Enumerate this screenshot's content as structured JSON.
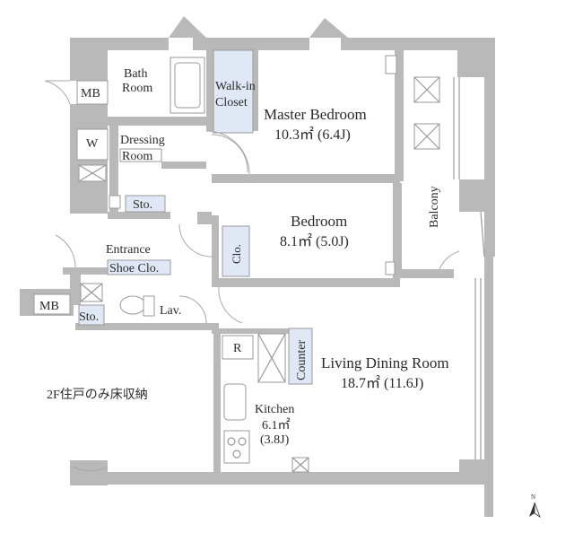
{
  "rooms": {
    "bath": {
      "line1": "Bath",
      "line2": "Room"
    },
    "walkin": {
      "line1": "Walk-in",
      "line2": "Closet"
    },
    "master": {
      "name": "Master Bedroom",
      "area": "10.3㎡ (6.4J)"
    },
    "mb_top": "MB",
    "w": "W",
    "dressing": {
      "line1": "Dressing",
      "line2": "Room"
    },
    "sto_top": "Sto.",
    "bedroom": {
      "name": "Bedroom",
      "area": "8.1㎡ (5.0J)"
    },
    "clo": "Clo.",
    "balcony": "Balcony",
    "entrance": "Entrance",
    "shoe": "Shoe Clo.",
    "mb_left": "MB",
    "sto_left": "Sto.",
    "lav": "Lav.",
    "r": "R",
    "counter": "Counter",
    "living": {
      "name": "Living Dining Room",
      "area": "18.7㎡ (11.6J)"
    },
    "kitchen": {
      "line1": "Kitchen",
      "line2": "6.1㎡",
      "line3": "(3.8J)"
    }
  },
  "note": "2F住戸のみ床収納",
  "compass": "N"
}
